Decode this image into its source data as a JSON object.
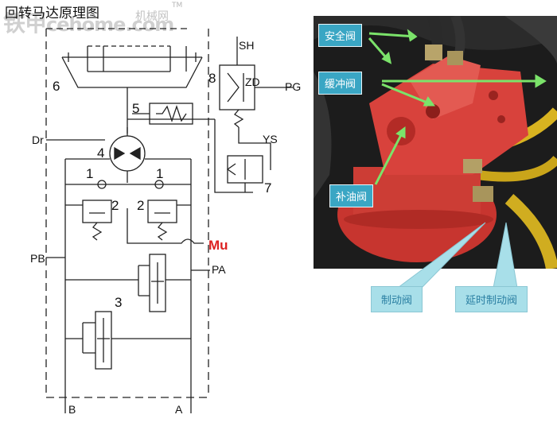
{
  "title": "回转马达原理图",
  "watermark": {
    "text": "铁甲",
    "site": "cehome.com",
    "sub": "机械网",
    "tm": "TM"
  },
  "schematic_labels": {
    "sh": "SH",
    "zd": "ZD",
    "pg": "PG",
    "dr": "Dr",
    "ys": "YS",
    "pb": "PB",
    "pa": "PA",
    "b": "B",
    "a": "A",
    "mu": "Mu",
    "n1a": "1",
    "n1b": "1",
    "n2a": "2",
    "n2b": "2",
    "n3": "3",
    "n4": "4",
    "n5": "5",
    "n6": "6",
    "n7": "7",
    "n8": "8"
  },
  "callouts": {
    "safety_valve": "安全阀",
    "buffer_valve": "缓冲阀",
    "makeup_valve": "补油阀",
    "brake_valve": "制动阀",
    "delay_brake_valve": "延时制动阀"
  },
  "colors": {
    "accent": "#3aa6c4",
    "mu": "#dd2222",
    "arrow": "#7be36a",
    "motor_body": "#d8423c"
  }
}
